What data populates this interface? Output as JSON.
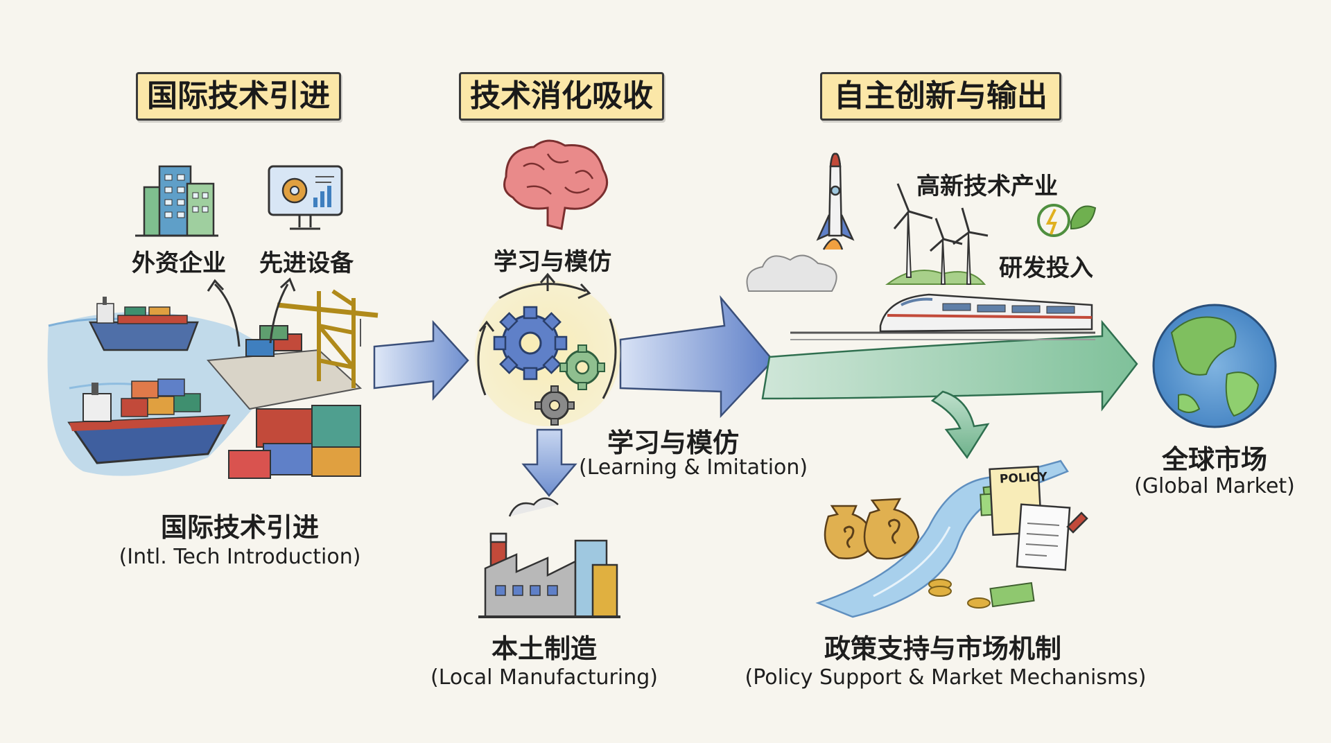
{
  "stages": {
    "intro": "国际技术引进",
    "absorb": "技术消化吸收",
    "innovate": "自主创新与输出"
  },
  "nodes": {
    "foreign_firms": "外资企业",
    "advanced_equipment": "先进设备",
    "learning_top": "学习与模仿",
    "hitech_industry": "高新技术产业",
    "rnd_investment": "研发投入",
    "intl_intro_zh": "国际技术引进",
    "intl_intro_en": "(Intl. Tech Introduction)",
    "learning_zh": "学习与模仿",
    "learning_en": "(Learning & Imitation)",
    "local_mfg_zh": "本土制造",
    "local_mfg_en": "(Local Manufacturing)",
    "policy_zh": "政策支持与市场机制",
    "policy_en": "(Policy Support & Market Mechanisms)",
    "global_zh": "全球市场",
    "global_en": "(Global Market)",
    "policy_doc": "POLICY"
  },
  "icons": [
    "office-buildings-icon",
    "computer-gear-icon",
    "cargo-ship-icon",
    "port-crane-icon",
    "shipping-container-icon",
    "brain-icon",
    "gears-cycle-icon",
    "factory-icon",
    "rocket-icon",
    "wind-turbine-icon",
    "green-energy-icon",
    "high-speed-train-icon",
    "money-bag-icon",
    "policy-document-icon",
    "river-icon",
    "globe-icon"
  ],
  "colors": {
    "banner": "#fbe7a8",
    "arrow_blue": "#6f8fcf",
    "arrow_green": "#8fc9a0",
    "background": "#f7f5ee"
  }
}
